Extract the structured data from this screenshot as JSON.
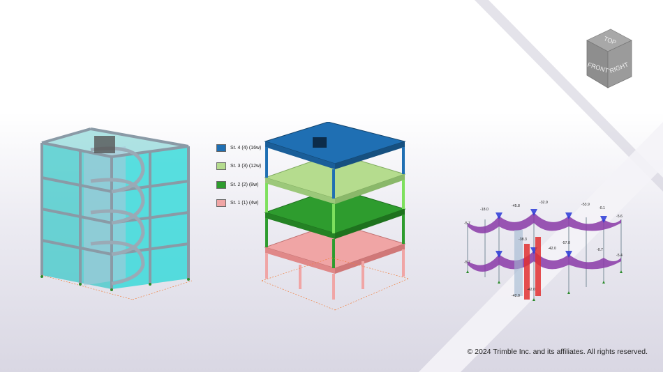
{
  "viewcube": {
    "top": "TOP",
    "front": "FRONT",
    "right": "RIGHT"
  },
  "legend": {
    "items": [
      {
        "label": "St. 4 (4) (16w)",
        "color": "#1f6fb3"
      },
      {
        "label": "St. 3 (3) (12w)",
        "color": "#b5dc8e"
      },
      {
        "label": "St. 2 (2) (8w)",
        "color": "#2e9c2e"
      },
      {
        "label": "St. 1 (1) (4w)",
        "color": "#f0a5a5"
      }
    ]
  },
  "result_labels": [
    "-45.8",
    "-32.9",
    "-53.9",
    "-0.1",
    "-18.0",
    "-5.6",
    "-5.7",
    "-42.0",
    "-5.7",
    "-5.4",
    "-0.7",
    "-38.3",
    "-57.8",
    "-42.0",
    "-42.0"
  ],
  "copyright": "© 2024 Trimble Inc. and its affiliates. All rights reserved."
}
